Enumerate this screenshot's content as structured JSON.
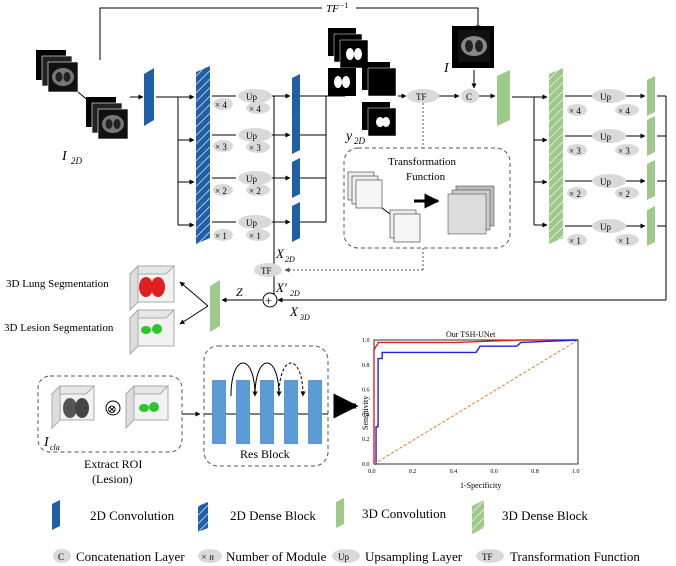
{
  "labels": {
    "tf_inverse": "TF",
    "tf_inverse_sup": "−1",
    "i2d": "I",
    "i2d_sub": "2D",
    "i3d": "I",
    "y2d": "y",
    "y2d_sub": "2D",
    "x2d": "X",
    "x2d_sub": "2D",
    "x2d_prime": "X′",
    "x2d_prime_sub": "2D",
    "x3d": "X",
    "x3d_sub": "3D",
    "z": "Z",
    "icla": "I",
    "icla_sub": "cla",
    "tf": "TF",
    "c": "C",
    "up": "Up",
    "plus": "+",
    "otimes": "⊗",
    "transformation_function_line1": "Transformation",
    "transformation_function_line2": "Function",
    "lung_seg": "3D Lung Segmentation",
    "lesion_seg": "3D Lesion Segmentation",
    "extract_roi_line1": "Extract ROI",
    "extract_roi_line2": "(Lesion)",
    "res_block": "Res Block",
    "mult_labels": [
      "× 4",
      "× 3",
      "× 2",
      "× 1"
    ]
  },
  "legend": {
    "conv2d": "2D Convolution",
    "dense2d": "2D Dense Block",
    "conv3d": "3D Convolution",
    "dense3d": "3D Dense Block",
    "concat_icon": "C",
    "concat": "Concatenation Layer",
    "xn_icon": "× n",
    "xn": "Number of Module",
    "up_icon": "Up",
    "up": "Upsampling Layer",
    "tf_icon": "TF",
    "tf": "Transformation Function"
  },
  "colors": {
    "blue": "#1f5fa8",
    "green": "#9dc98a",
    "pill": "#d9d9d9",
    "roc_red": "#e02020",
    "roc_blue": "#2020e0",
    "roc_diag": "#e08020"
  },
  "chart_data": {
    "type": "line",
    "title": "Our TSH-UNet",
    "xlabel": "1-Specificity",
    "ylabel": "Sensitivity",
    "xlim": [
      0,
      1
    ],
    "ylim": [
      0,
      1
    ],
    "xticks": [
      "0.0",
      "0.2",
      "0.4",
      "0.6",
      "0.8",
      "1.0"
    ],
    "yticks": [
      "0.0",
      "0.2",
      "0.4",
      "0.6",
      "0.8",
      "1.0"
    ],
    "series": [
      {
        "color": "#e02020",
        "x": [
          0,
          0,
          0.01,
          0.02,
          0.02,
          0.05,
          0.4,
          0.72,
          1.0
        ],
        "y": [
          0,
          0.92,
          0.95,
          0.97,
          0.98,
          0.98,
          0.98,
          1.0,
          1.0
        ]
      },
      {
        "color": "#2020e0",
        "x": [
          0,
          0.01,
          0.01,
          0.02,
          0.02,
          0.04,
          0.04,
          0.5,
          0.52,
          0.7,
          0.72,
          1.0
        ],
        "y": [
          0,
          0.0,
          0.3,
          0.3,
          0.85,
          0.85,
          0.9,
          0.9,
          0.95,
          0.95,
          0.98,
          1.0
        ]
      },
      {
        "color": "#e08020",
        "x": [
          0,
          1
        ],
        "y": [
          0,
          1
        ],
        "style": "dashed"
      }
    ]
  }
}
